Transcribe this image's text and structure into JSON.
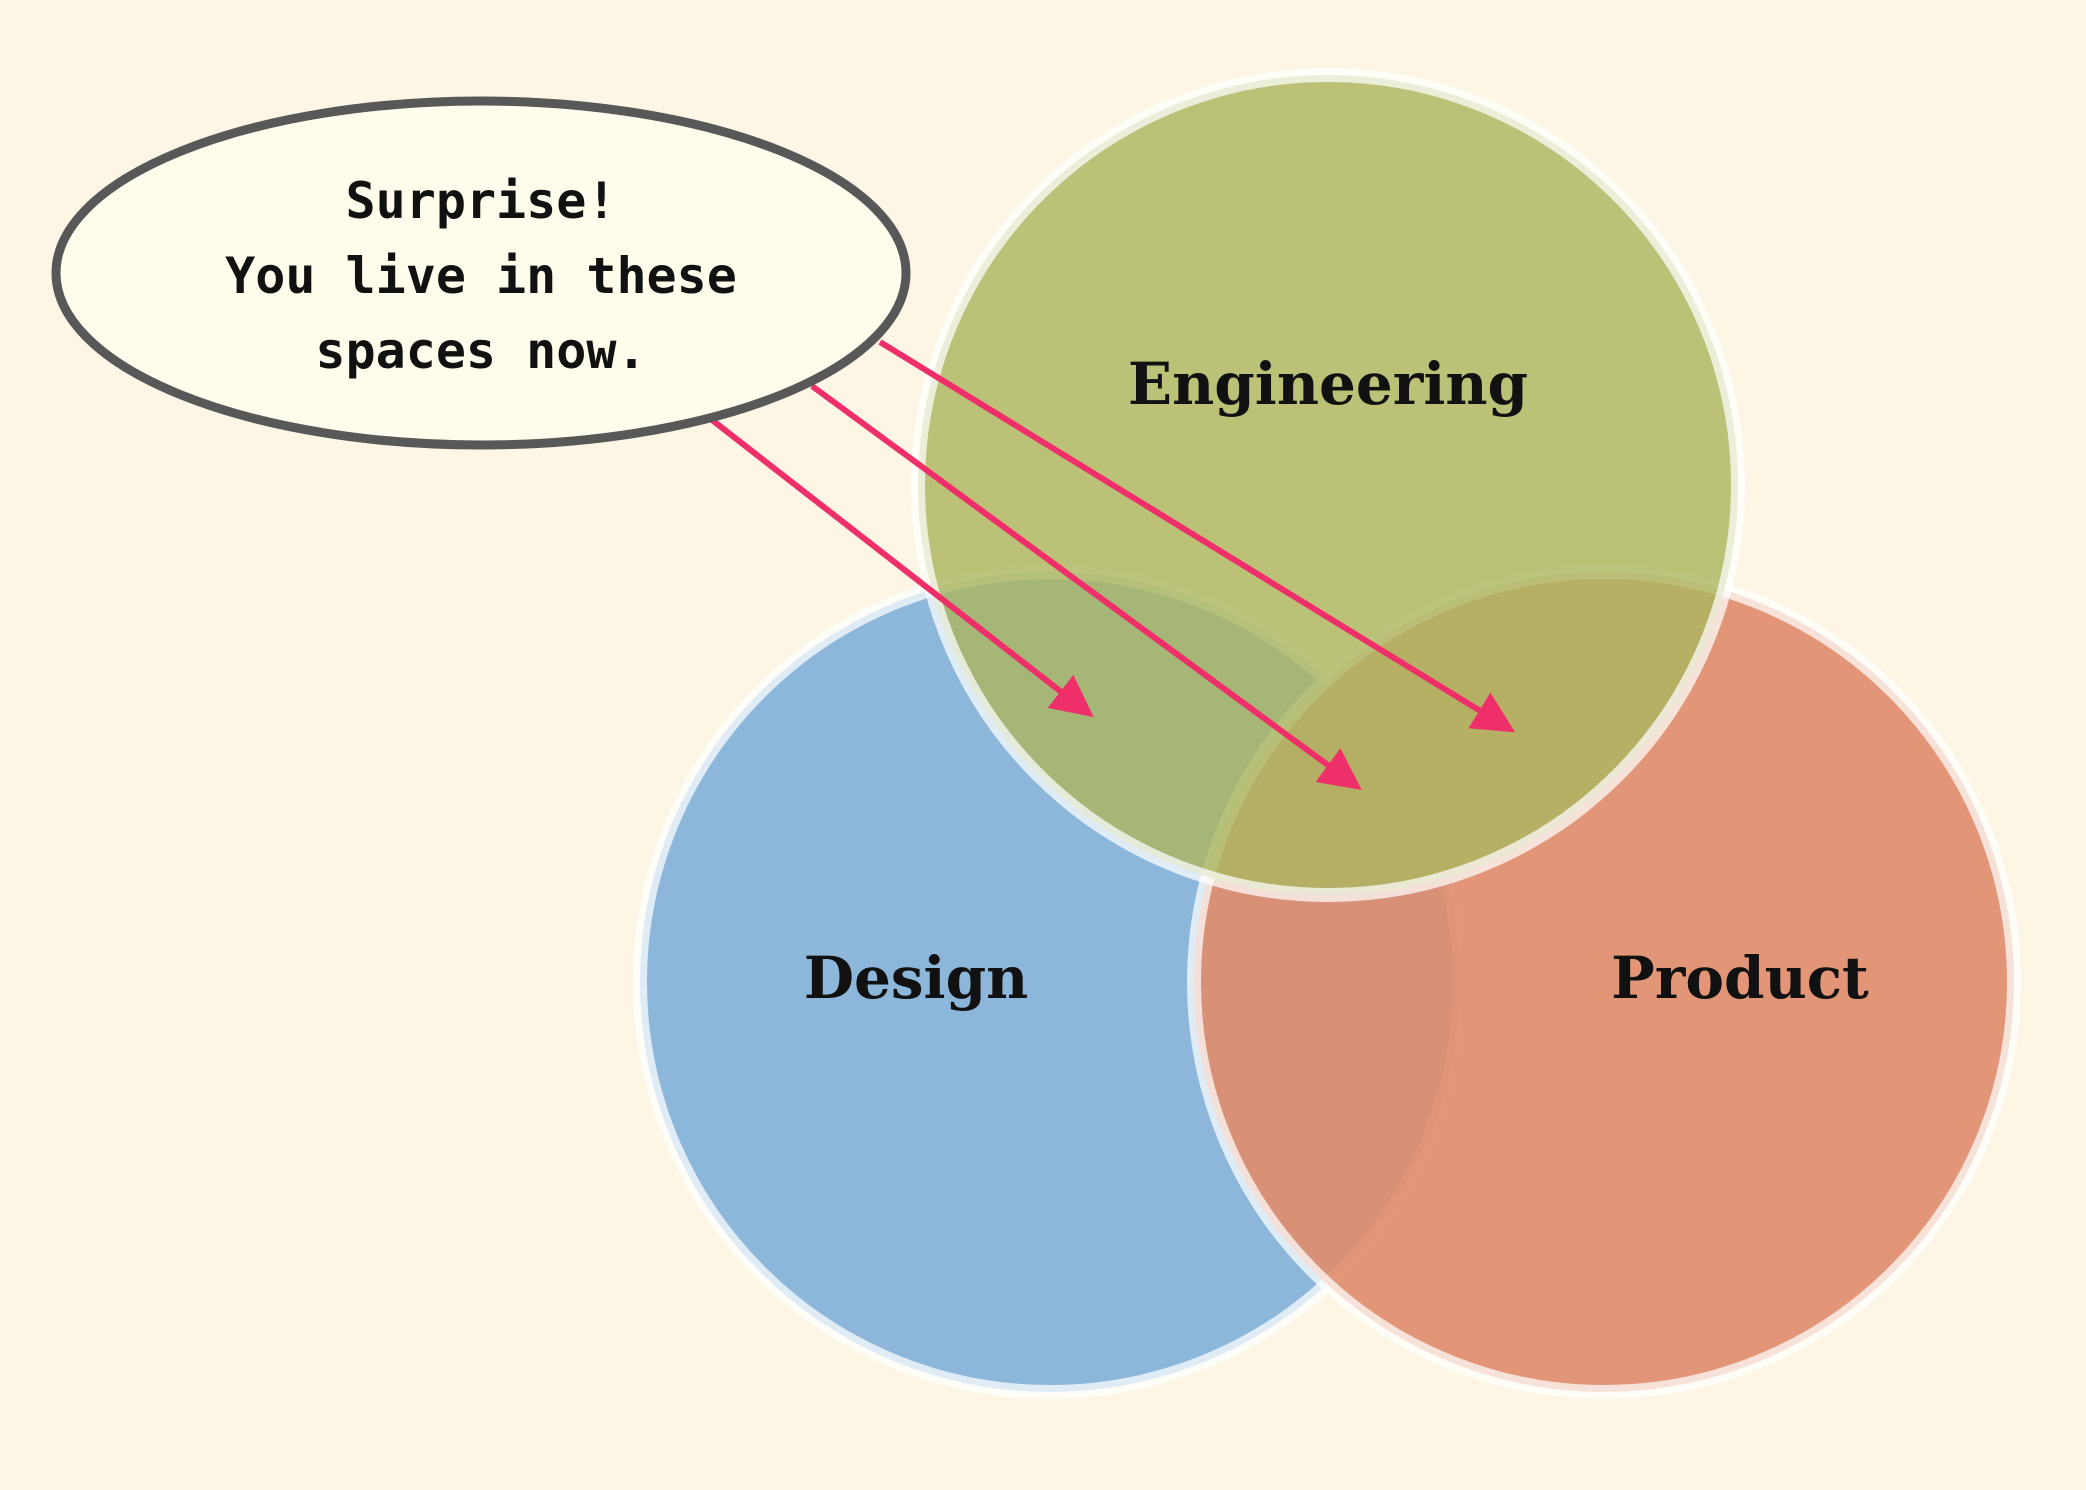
{
  "diagram": {
    "type": "venn",
    "circles": [
      {
        "id": "design",
        "label": "Design",
        "color": "#7fb0d9"
      },
      {
        "id": "product",
        "label": "Product",
        "color": "#e08c6a"
      },
      {
        "id": "engineering",
        "label": "Engineering",
        "color": "#acb660"
      }
    ],
    "callout": {
      "lines": [
        "Surprise!",
        "You live in these",
        "spaces now."
      ],
      "arrow_color": "#ef2f6a",
      "points_to": [
        "design-engineering",
        "design-engineering-product",
        "engineering-product"
      ]
    }
  },
  "colors": {
    "background": "#fdf6e4",
    "bubble_fill": "#fffcec",
    "bubble_stroke": "#585858"
  }
}
